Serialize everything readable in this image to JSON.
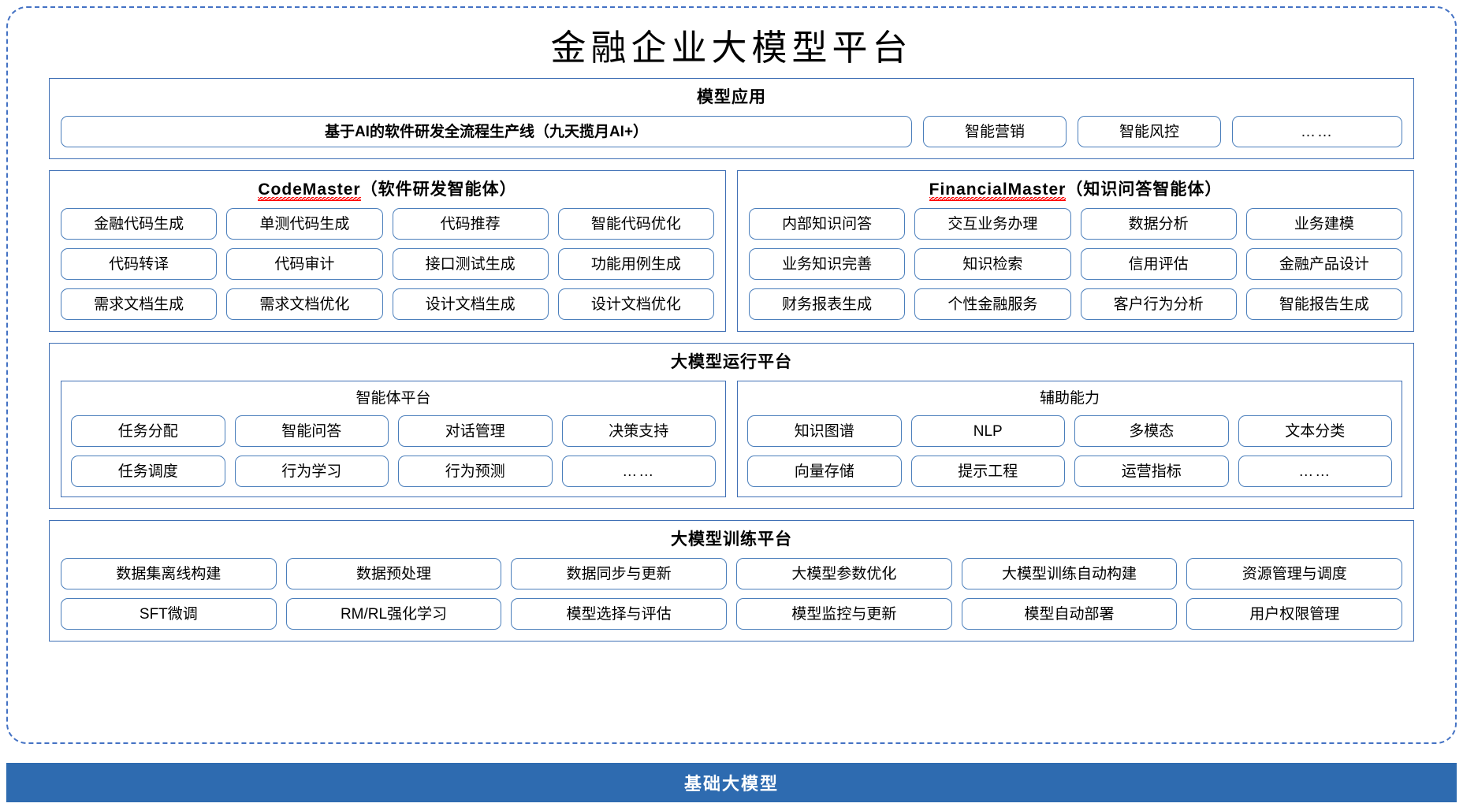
{
  "page": {
    "title": "金融企业大模型平台",
    "accent_color": "#4472c4",
    "panel_border_color": "#3f6fb5",
    "tile_border_color": "#4a7ebb",
    "base_bar_color": "#2e6bb0",
    "spellcheck_color": "#ff0000"
  },
  "model_application": {
    "title": "模型应用",
    "flagship": "基于AI的软件研发全流程生产线（九天揽月AI+）",
    "apps": [
      "智能营销",
      "智能风控"
    ],
    "more": "……"
  },
  "agents": [
    {
      "name_latin": "CodeMaster",
      "name_cn": "（软件研发智能体）",
      "spellcheck_underline": true,
      "rows": [
        [
          "金融代码生成",
          "单测代码生成",
          "代码推荐",
          "智能代码优化"
        ],
        [
          "代码转译",
          "代码审计",
          "接口测试生成",
          "功能用例生成"
        ],
        [
          "需求文档生成",
          "需求文档优化",
          "设计文档生成",
          "设计文档优化"
        ]
      ]
    },
    {
      "name_latin": "FinancialMaster",
      "name_cn": "（知识问答智能体）",
      "spellcheck_underline": true,
      "rows": [
        [
          "内部知识问答",
          "交互业务办理",
          "数据分析",
          "业务建模"
        ],
        [
          "业务知识完善",
          "知识检索",
          "信用评估",
          "金融产品设计"
        ],
        [
          "财务报表生成",
          "个性金融服务",
          "客户行为分析",
          "智能报告生成"
        ]
      ]
    }
  ],
  "runtime_platform": {
    "title": "大模型运行平台",
    "subpanels": [
      {
        "title": "智能体平台",
        "rows": [
          [
            "任务分配",
            "智能问答",
            "对话管理",
            "决策支持"
          ],
          [
            "任务调度",
            "行为学习",
            "行为预测",
            "……"
          ]
        ]
      },
      {
        "title": "辅助能力",
        "rows": [
          [
            "知识图谱",
            "NLP",
            "多模态",
            "文本分类"
          ],
          [
            "向量存储",
            "提示工程",
            "运营指标",
            "……"
          ]
        ]
      }
    ]
  },
  "training_platform": {
    "title": "大模型训练平台",
    "rows": [
      [
        "数据集离线构建",
        "数据预处理",
        "数据同步与更新",
        "大模型参数优化",
        "大模型训练自动构建",
        "资源管理与调度"
      ],
      [
        "SFT微调",
        "RM/RL强化学习",
        "模型选择与评估",
        "模型监控与更新",
        "模型自动部署",
        "用户权限管理"
      ]
    ]
  },
  "base_layer": {
    "label": "基础大模型"
  }
}
